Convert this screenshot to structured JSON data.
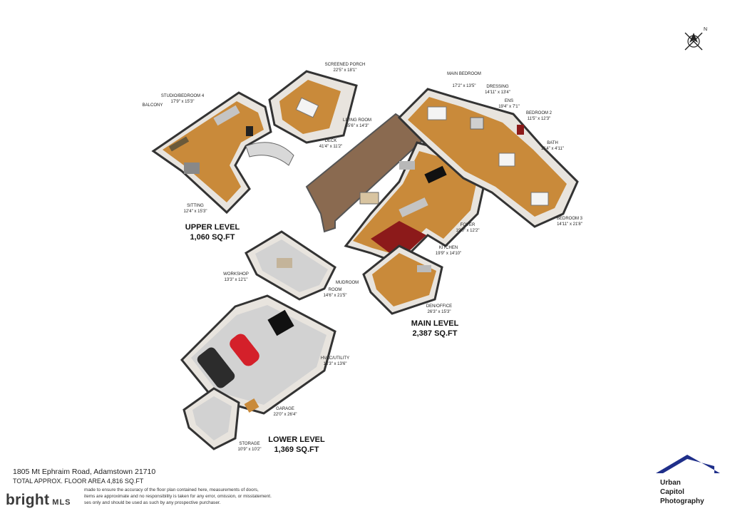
{
  "levels": {
    "upper": {
      "name": "UPPER LEVEL",
      "area": "1,060 SQ.FT"
    },
    "main": {
      "name": "MAIN LEVEL",
      "area": "2,387 SQ.FT"
    },
    "lower": {
      "name": "LOWER LEVEL",
      "area": "1,369 SQ.FT"
    }
  },
  "rooms": [
    {
      "name": "SCREENED PORCH",
      "dims": "22'5\" x 18'1\""
    },
    {
      "name": "STUDIO/BEDROOM 4",
      "dims": "17'9\" x 15'3\""
    },
    {
      "name": "BALCONY",
      "dims": ""
    },
    {
      "name": "SITTING",
      "dims": "12'4\" x 15'3\""
    },
    {
      "name": "DECK",
      "dims": "41'4\" x 11'2\""
    },
    {
      "name": "LIVING ROOM",
      "dims": "35'6\" x 14'3\""
    },
    {
      "name": "MAIN BEDROOM",
      "dims": "17'2\" x 13'5\""
    },
    {
      "name": "DRESSING",
      "dims": "14'11\" x 13'4\""
    },
    {
      "name": "ENS",
      "dims": "19'4\" x 7'1\""
    },
    {
      "name": "BEDROOM 2",
      "dims": "11'5\" x 12'3\""
    },
    {
      "name": "BATH",
      "dims": "11'4\" x 4'11\""
    },
    {
      "name": "BEDROOM 3",
      "dims": "14'11\" x 21'8\""
    },
    {
      "name": "FOYER",
      "dims": "19'0\" x 12'2\""
    },
    {
      "name": "KITCHEN",
      "dims": "19'9\" x 14'10\""
    },
    {
      "name": "MUDROOM",
      "dims": ""
    },
    {
      "name": "DEN/OFFICE",
      "dims": "26'3\" x 15'3\""
    },
    {
      "name": "WORKSHOP",
      "dims": "13'3\" x 12'1\""
    },
    {
      "name": "ROOM",
      "dims": "14'6\" x 21'5\""
    },
    {
      "name": "HVAC/UTILITY",
      "dims": "13'3\" x 13'6\""
    },
    {
      "name": "GARAGE",
      "dims": "22'0\" x 26'4\""
    },
    {
      "name": "STORAGE",
      "dims": "10'9\" x 10'2\""
    }
  ],
  "footer": {
    "address": "1805 Mt Ephraim Road, Adamstown 21710",
    "total": "TOTAL APPROX. FLOOR AREA 4,816 SQ.FT",
    "disclaimer": [
      "made to ensure the accuracy of the floor plan contained here, measurements of doors,",
      "items are approximate and no responsibility is taken for any error, omission, or misstatement.",
      "ses only and should be used as such by any prospective purchaser."
    ]
  },
  "brand": {
    "name": "bright",
    "suffix": "MLS"
  },
  "logo": {
    "line1": "Urban",
    "line2": "Capitol",
    "line3": "Photography",
    "color": "#1f2f8a"
  },
  "compass": {
    "label": "N"
  },
  "colors": {
    "wood": "#c98a3a",
    "wall": "#3a3a3a",
    "floor_gray": "#d2d2d2",
    "deck": "#8a6a50",
    "carpet_red": "#8c1a1a",
    "car_red": "#d4202a"
  }
}
